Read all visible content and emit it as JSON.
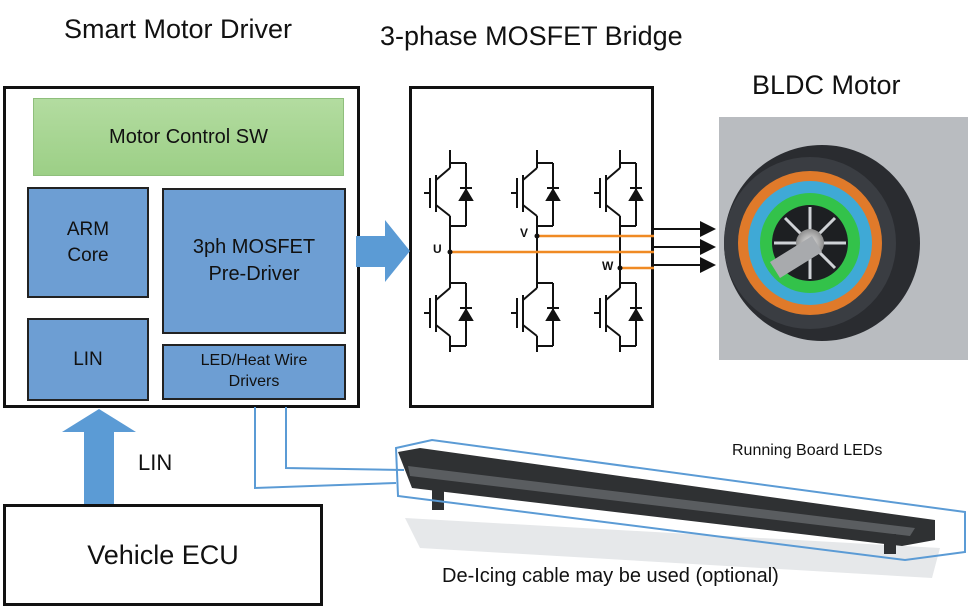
{
  "titles": {
    "driver": "Smart Motor Driver",
    "bridge": "3-phase MOSFET Bridge",
    "motor": "BLDC Motor"
  },
  "blocks": {
    "motor_control_sw": "Motor Control SW",
    "arm_core_line1": "ARM",
    "arm_core_line2": "Core",
    "predriver_line1": "3ph MOSFET",
    "predriver_line2": "Pre-Driver",
    "lin": "LIN",
    "led_heat_line1": "LED/Heat Wire",
    "led_heat_line2": "Drivers",
    "vehicle_ecu": "Vehicle ECU"
  },
  "connections": {
    "lin_bus": "LIN"
  },
  "phases": [
    "U",
    "V",
    "W"
  ],
  "annotations": {
    "running_board": "Running Board LEDs",
    "deicing": "De-Icing cable may be used (optional)"
  },
  "colors": {
    "block_blue": "#6d9ed3",
    "arrow_blue": "#5b9bd5",
    "sw_green": "#a9d693",
    "phase_orange": "#f08a24"
  }
}
